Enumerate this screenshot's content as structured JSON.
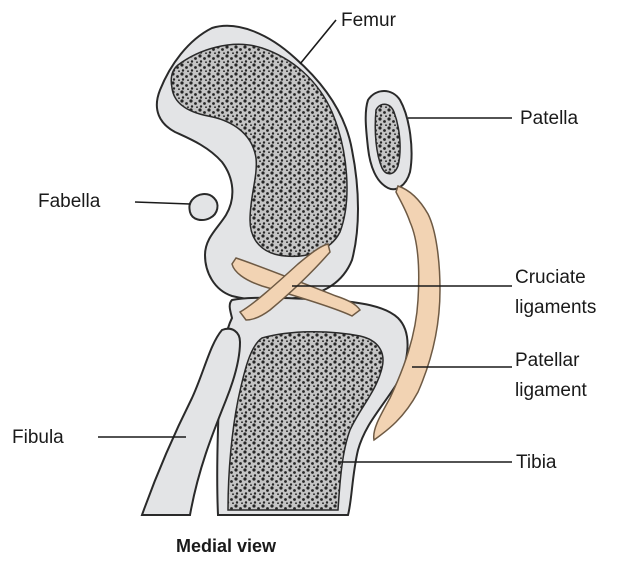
{
  "diagram": {
    "labels": {
      "femur": "Femur",
      "patella": "Patella",
      "fabella": "Fabella",
      "cruciate_line1": "Cruciate",
      "cruciate_line2": "ligaments",
      "patellar_line1": "Patellar",
      "patellar_line2": "ligament",
      "fibula": "Fibula",
      "tibia": "Tibia"
    },
    "caption": "Medial view",
    "colors": {
      "bone": "#e3e4e6",
      "marrow_base": "#b8b8b8",
      "marrow_dots": "#262626",
      "ligament": "#f2d3b3",
      "outline": "#2a2a2a"
    }
  }
}
